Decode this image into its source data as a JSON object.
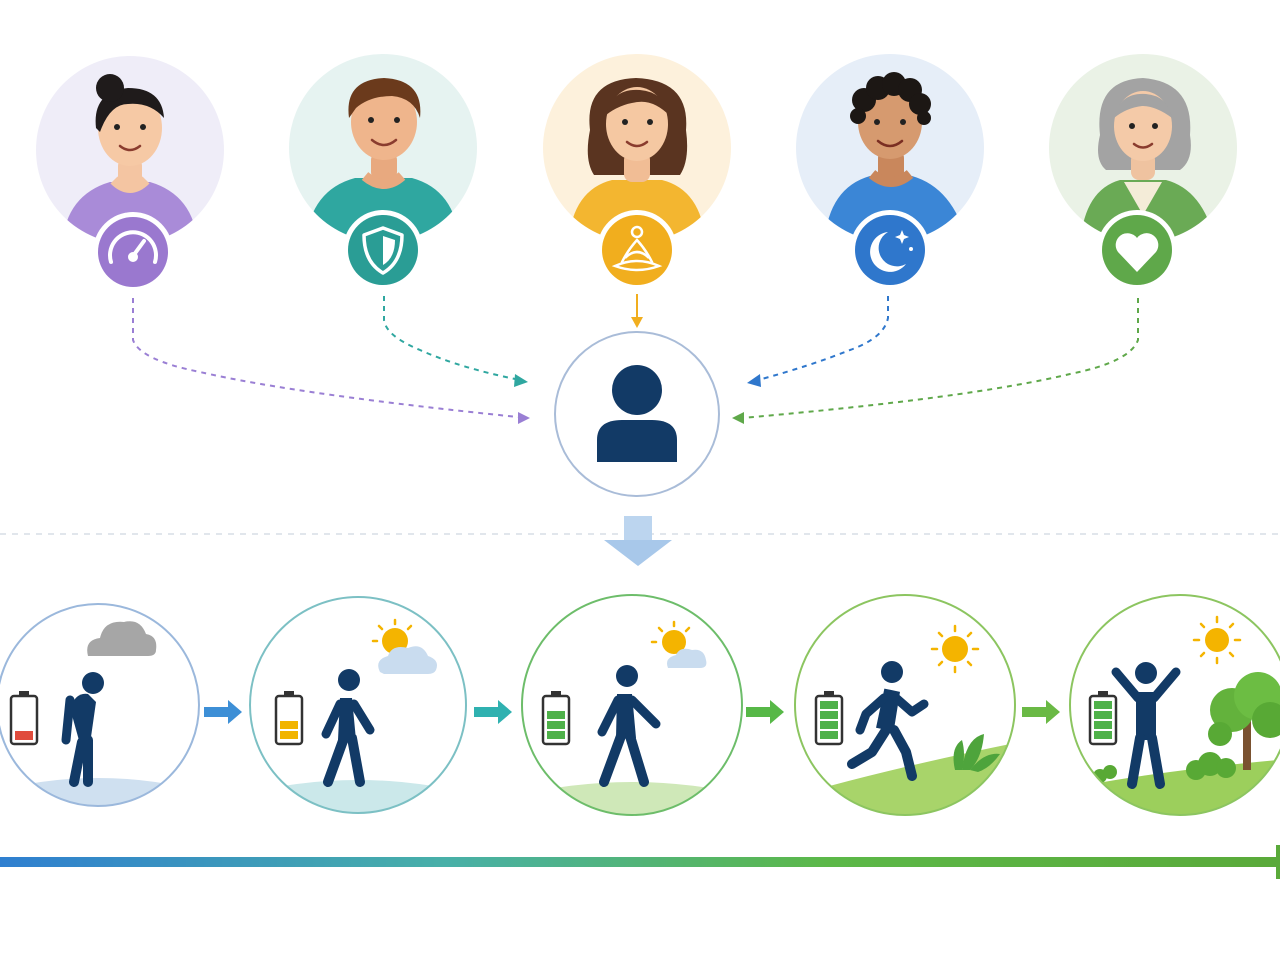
{
  "diagram": {
    "people": [
      {
        "id": "person-1",
        "shirt_color": "#a98bd8",
        "bg_color": "#efedf8",
        "badge_color": "#9a78cf",
        "icon": "speedometer-icon",
        "hair": "bun"
      },
      {
        "id": "person-2",
        "shirt_color": "#2fa7a0",
        "bg_color": "#e6f3f1",
        "badge_color": "#2a9d95",
        "icon": "shield-icon",
        "hair": "short"
      },
      {
        "id": "person-3",
        "shirt_color": "#f3b630",
        "bg_color": "#fdf1dc",
        "badge_color": "#f1ae1e",
        "icon": "lotus-meditation-icon",
        "hair": "curly-long"
      },
      {
        "id": "person-4",
        "shirt_color": "#3b86d6",
        "bg_color": "#e6eef8",
        "badge_color": "#2f77cc",
        "icon": "moon-stars-icon",
        "hair": "curly-short"
      },
      {
        "id": "person-5",
        "shirt_color": "#6aaa55",
        "bg_color": "#eaf2e6",
        "badge_color": "#5fa84a",
        "icon": "heart-icon",
        "hair": "gray-bob"
      }
    ],
    "center_icon": "person-silhouette-icon",
    "center_color": "#123a66",
    "down_arrow_color": "#a8c8ea",
    "stages": [
      {
        "id": "stage-1",
        "battery_level": 0.2,
        "battery_color": "#e04b3c",
        "pose": "slumped",
        "weather": "gray-cloud-icon",
        "ring_color": "#9bb8dc",
        "ground_color": "#cfe0f0"
      },
      {
        "id": "stage-2",
        "battery_level": 0.4,
        "battery_color": "#f1b400",
        "pose": "walking",
        "weather": "sun-behind-cloud-icon",
        "ring_color": "#7cc0c4",
        "ground_color": "#cbe8ea"
      },
      {
        "id": "stage-3",
        "battery_level": 0.6,
        "battery_color": "#4fb14a",
        "pose": "walking-upright",
        "weather": "sun-behind-small-cloud-icon",
        "ring_color": "#6dbd6a",
        "ground_color": "#cfe8b8"
      },
      {
        "id": "stage-4",
        "battery_level": 0.8,
        "battery_color": "#4fb14a",
        "pose": "running",
        "weather": "sun-icon",
        "ring_color": "#8cc560",
        "ground_color": "#a8d46a"
      },
      {
        "id": "stage-5",
        "battery_level": 1.0,
        "battery_color": "#4fb14a",
        "pose": "arms-raised",
        "weather": "sun-icon",
        "ring_color": "#8cc560",
        "ground_color": "#9ccf5c"
      }
    ],
    "stage_arrow_colors": [
      "#3d8fd6",
      "#2fb1b0",
      "#57b847",
      "#6ab945"
    ],
    "timeline_gradient": [
      "#2f7fd0",
      "#48b0a8",
      "#5cb848",
      "#5aaa3a"
    ]
  }
}
